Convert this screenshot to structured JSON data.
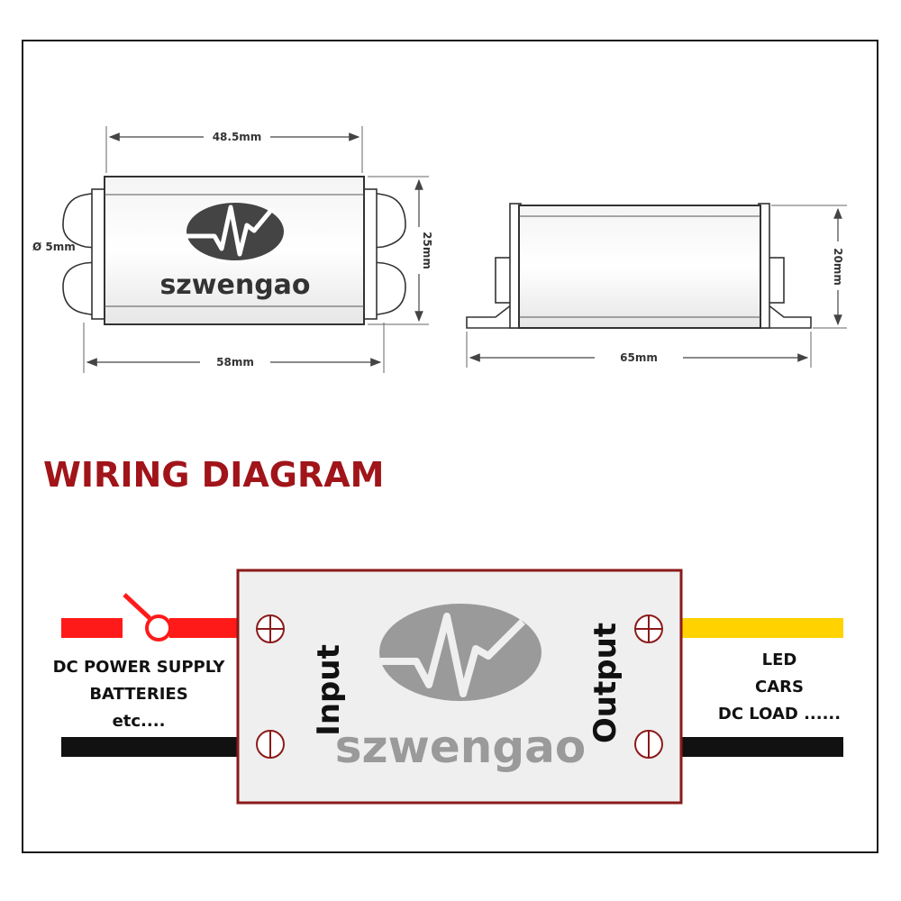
{
  "colors": {
    "title_red": "#a0141a",
    "wire_red": "#ff1a1a",
    "wire_yellow": "#ffd200",
    "wire_black": "#111111",
    "module_border": "#8b1a1a",
    "logo_dark": "#444444",
    "logo_light": "#9a9a9a"
  },
  "dimensions": {
    "top_width": "48.5mm",
    "hole_diameter": "Ø 5mm",
    "height_front": "25mm",
    "bottom_width": "58mm",
    "height_side": "20mm",
    "side_length": "65mm"
  },
  "brand": "szwengao",
  "wiring": {
    "title": "WIRING DIAGRAM",
    "input_label": "Input",
    "output_label": "Output",
    "source_lines": [
      "DC POWER SUPPLY",
      "BATTERIES",
      "etc...."
    ],
    "load_lines": [
      "LED",
      "CARS",
      "DC LOAD ......"
    ]
  },
  "icons": [
    "logo-wave-icon",
    "screw-terminal-icon",
    "switch-icon"
  ]
}
